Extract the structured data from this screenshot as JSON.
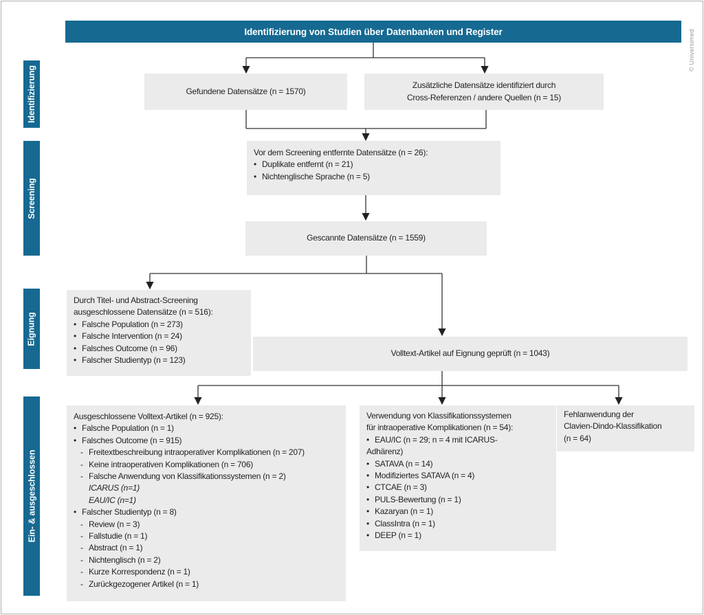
{
  "header": {
    "title": "Identifizierung von Studien über Datenbanken und Register"
  },
  "watermark": "© Universimed",
  "colors": {
    "accent": "#166991",
    "box_bg": "#ebebeb",
    "line": "#333333",
    "text": "#222222"
  },
  "sidebar": {
    "stages": [
      {
        "label": "Identifizierung"
      },
      {
        "label": "Screening"
      },
      {
        "label": "Eignung"
      },
      {
        "label": "Ein- & ausgeschlossen"
      }
    ]
  },
  "boxes": {
    "found": {
      "text": "Gefundene Datensätze (n = 1570)"
    },
    "additional": {
      "lines": [
        {
          "text": "Zusätzliche Datensätze identifiziert durch"
        },
        {
          "text": "Cross-Referenzen / andere Quellen (n = 15)"
        }
      ]
    },
    "removed_before_screening": {
      "lines": [
        {
          "text": "Vor dem Screening entfernte Datensätze (n = 26):"
        },
        {
          "bullet": "•",
          "text": "Duplikate entfernt (n = 21)"
        },
        {
          "bullet": "•",
          "text": "Nichtenglische Sprache (n = 5)"
        }
      ]
    },
    "scanned": {
      "text": "Gescannte Datensätze (n = 1559)"
    },
    "title_abstract_excluded": {
      "lines": [
        {
          "text": "Durch Titel- und Abstract-Screening"
        },
        {
          "text": "ausgeschlossene Datensätze (n = 516):"
        },
        {
          "bullet": "•",
          "text": "Falsche Population (n = 273)"
        },
        {
          "bullet": "•",
          "text": "Falsche Intervention (n = 24)"
        },
        {
          "bullet": "•",
          "text": "Falsches Outcome (n = 96)"
        },
        {
          "bullet": "•",
          "text": "Falscher Studientyp (n = 123)"
        }
      ]
    },
    "fulltext_assessed": {
      "text": "Volltext-Artikel auf Eignung geprüft (n = 1043)"
    },
    "fulltext_excluded": {
      "lines": [
        {
          "text": "Ausgeschlossene Volltext-Artikel (n = 925):"
        },
        {
          "bullet": "•",
          "text": "Falsche Population (n = 1)"
        },
        {
          "bullet": "•",
          "text": "Falsches Outcome (n = 915)"
        },
        {
          "bullet": "-",
          "indent": 1,
          "text": "Freitextbeschreibung intraoperativer Komplikationen (n = 207)"
        },
        {
          "bullet": "-",
          "indent": 1,
          "text": "Keine intraoperativen Komplikationen (n = 706)"
        },
        {
          "bullet": "-",
          "indent": 1,
          "text": "Falsche Anwendung von Klassifikationssystemen (n = 2)"
        },
        {
          "indent": 2,
          "italic": true,
          "text": "ICARUS (n=1)"
        },
        {
          "indent": 2,
          "italic": true,
          "text": "EAU/IC (n=1)"
        },
        {
          "bullet": "•",
          "text": "Falscher Studientyp (n = 8)"
        },
        {
          "bullet": "-",
          "indent": 1,
          "text": "Review (n = 3)"
        },
        {
          "bullet": "-",
          "indent": 1,
          "text": "Fallstudie (n = 1)"
        },
        {
          "bullet": "-",
          "indent": 1,
          "text": "Abstract (n = 1)"
        },
        {
          "bullet": "-",
          "indent": 1,
          "text": "Nichtenglisch (n = 2)"
        },
        {
          "bullet": "-",
          "indent": 1,
          "text": "Kurze Korrespondenz (n = 1)"
        },
        {
          "bullet": "-",
          "indent": 1,
          "text": "Zurückgezogener Artikel (n = 1)"
        }
      ]
    },
    "classification_usage": {
      "lines": [
        {
          "text": "Verwendung von Klassifikationssystemen"
        },
        {
          "text": "für intraoperative Komplikationen (n = 54):"
        },
        {
          "bullet": "•",
          "text": "EAU/IC (n = 29; n = 4 mit ICARUS-"
        },
        {
          "text": "Adhärenz)"
        },
        {
          "bullet": "•",
          "text": "SATAVA (n = 14)"
        },
        {
          "bullet": "•",
          "text": "Modifiziertes SATAVA (n = 4)"
        },
        {
          "bullet": "•",
          "text": "CTCAE (n = 3)"
        },
        {
          "bullet": "•",
          "text": "PULS-Bewertung (n = 1)"
        },
        {
          "bullet": "•",
          "text": "Kazaryan (n = 1)"
        },
        {
          "bullet": "•",
          "text": "ClassIntra (n = 1)"
        },
        {
          "bullet": "•",
          "text": "DEEP (n = 1)"
        }
      ]
    },
    "clavien_dindo_misuse": {
      "lines": [
        {
          "text": "Fehlanwendung der"
        },
        {
          "text": "Clavien-Dindo-Klassifikation"
        },
        {
          "text": "(n = 64)"
        }
      ]
    }
  }
}
